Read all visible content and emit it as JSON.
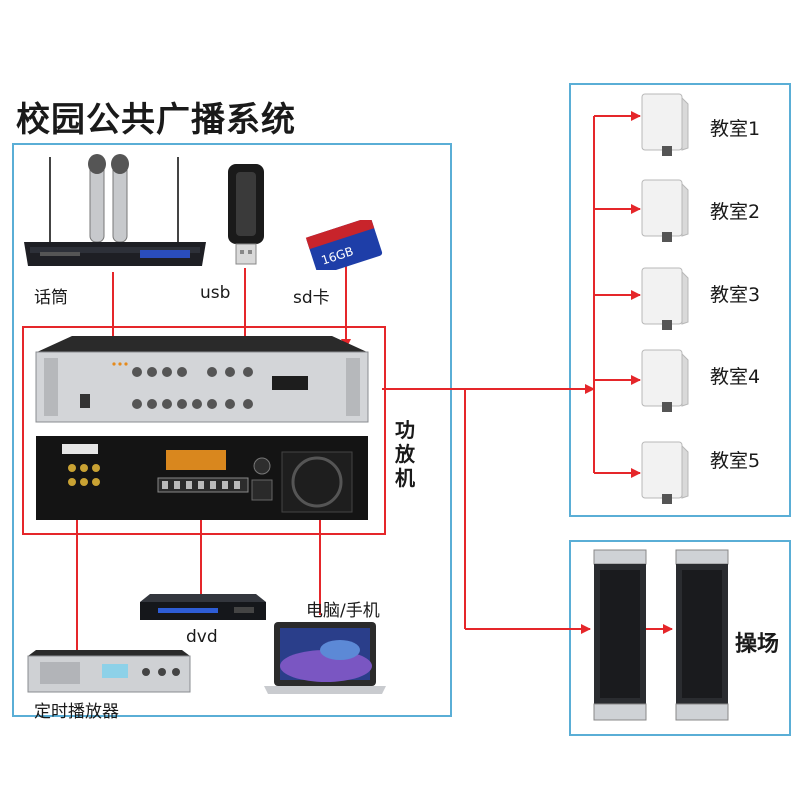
{
  "title": "校园公共广播系统",
  "inputs": {
    "mic": "话筒",
    "usb": "usb",
    "sd": "sd卡",
    "sd_card_text": "16GB"
  },
  "amplifier_label": "功放机",
  "sources": {
    "timer": "定时播放器",
    "dvd": "dvd",
    "pc": "电脑/手机"
  },
  "classrooms": [
    "教室1",
    "教室2",
    "教室3",
    "教室4",
    "教室5"
  ],
  "playground": "操场",
  "colors": {
    "frame": "#5aaed6",
    "connection": "#e5262a"
  }
}
